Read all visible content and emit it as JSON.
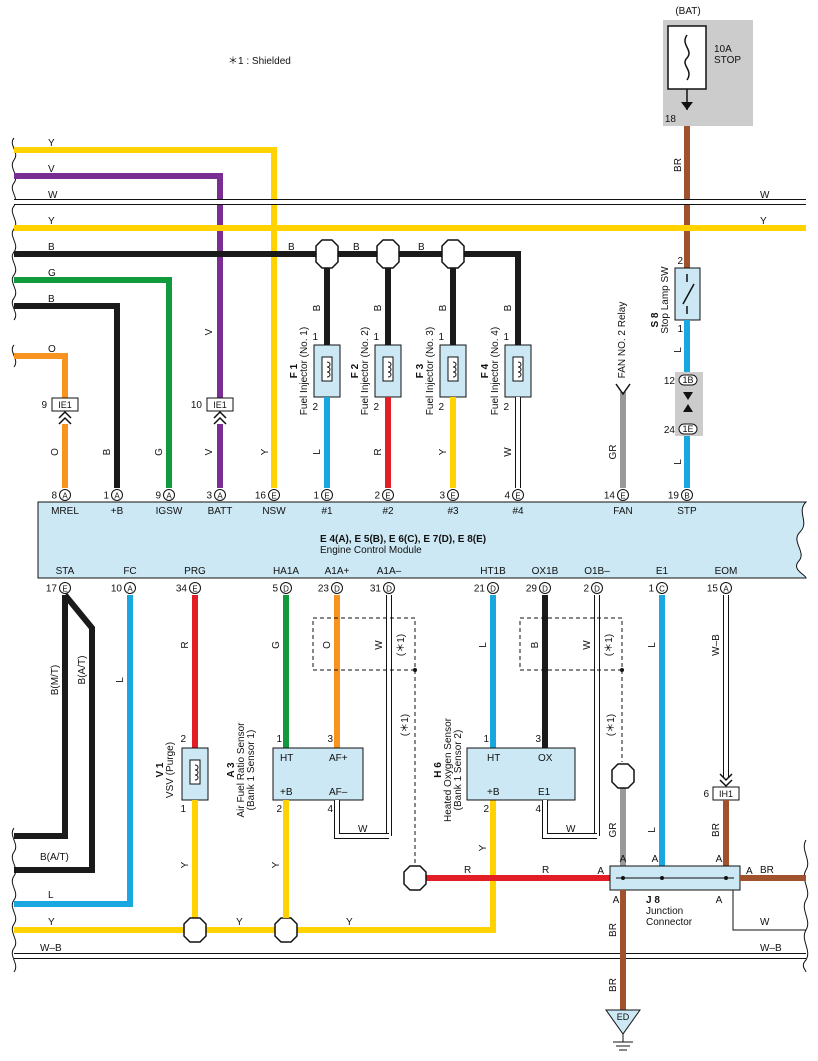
{
  "note": "＊1 : Shielded",
  "colors": {
    "Y": "#ffd200",
    "V": "#7b2e91",
    "W": "#ffffff",
    "B": "#1a1a1a",
    "G": "#109a3c",
    "O": "#f7931e",
    "L": "#1aa7e0",
    "R": "#e21f26",
    "GR": "#999999",
    "BR": "#a0522d",
    "WB": "#ffffff",
    "box": "#cce8f4",
    "gray": "#cccccc"
  },
  "stop_fuse": {
    "source": "(BAT)",
    "rating": "10A",
    "name": "STOP",
    "pin": "18",
    "conn": "1B"
  },
  "ecm": {
    "title": "E 4(A), E 5(B), E 6(C), E 7(D), E 8(E)",
    "name": "Engine Control Module",
    "top_pins": [
      {
        "num": "8",
        "conn": "A",
        "label": "MREL"
      },
      {
        "num": "1",
        "conn": "A",
        "label": "+B"
      },
      {
        "num": "9",
        "conn": "A",
        "label": "IGSW"
      },
      {
        "num": "3",
        "conn": "A",
        "label": "BATT"
      },
      {
        "num": "16",
        "conn": "E",
        "label": "NSW"
      },
      {
        "num": "1",
        "conn": "E",
        "label": "#1"
      },
      {
        "num": "2",
        "conn": "E",
        "label": "#2"
      },
      {
        "num": "3",
        "conn": "E",
        "label": "#3"
      },
      {
        "num": "4",
        "conn": "E",
        "label": "#4"
      },
      {
        "num": "14",
        "conn": "E",
        "label": "FAN"
      },
      {
        "num": "19",
        "conn": "B",
        "label": "STP"
      }
    ],
    "bottom_pins": [
      {
        "num": "17",
        "conn": "E",
        "label": "STA"
      },
      {
        "num": "10",
        "conn": "A",
        "label": "FC"
      },
      {
        "num": "34",
        "conn": "E",
        "label": "PRG"
      },
      {
        "num": "5",
        "conn": "D",
        "label": "HA1A"
      },
      {
        "num": "23",
        "conn": "D",
        "label": "A1A+"
      },
      {
        "num": "31",
        "conn": "D",
        "label": "A1A–"
      },
      {
        "num": "21",
        "conn": "D",
        "label": "HT1B"
      },
      {
        "num": "29",
        "conn": "D",
        "label": "OX1B"
      },
      {
        "num": "2",
        "conn": "D",
        "label": "O1B–"
      },
      {
        "num": "1",
        "conn": "C",
        "label": "E1"
      },
      {
        "num": "15",
        "conn": "A",
        "label": "EOM"
      }
    ]
  },
  "wire_labels": {
    "Y": "Y",
    "V": "V",
    "W": "W",
    "B": "B",
    "G": "G",
    "O": "O",
    "L": "L",
    "R": "R",
    "GR": "GR",
    "BR": "BR",
    "WB": "W–B",
    "BMT": "B(M/T)",
    "BAT": "B(A/T)"
  },
  "conns": {
    "ie1": "IE1",
    "ie1_pin_o": "9",
    "ie1_pin_v": "10",
    "ih1": "IH1",
    "ih1_pin": "6",
    "c1b_upper": "12",
    "c1b_lower": "24",
    "c1b": "1B",
    "c1e": "1E",
    "ed": "ED"
  },
  "injectors": [
    {
      "code": "F 1",
      "name": "Fuel Injector (No. 1)"
    },
    {
      "code": "F 2",
      "name": "Fuel Injector (No. 2)"
    },
    {
      "code": "F 3",
      "name": "Fuel Injector (No. 3)"
    },
    {
      "code": "F 4",
      "name": "Fuel Injector (No. 4)"
    }
  ],
  "fan_relay": "FAN NO. 2 Relay",
  "stop_sw": {
    "code": "S 8",
    "name": "Stop Lamp SW"
  },
  "vsv": {
    "code": "V 1",
    "name": "VSV (Purge)"
  },
  "af_sensor": {
    "code": "A 3",
    "name": "Air Fuel Ratio Sensor",
    "sub": "(Bank 1 Sensor 1)",
    "pins": [
      "HT",
      "AF+",
      "+B",
      "AF–"
    ]
  },
  "o2_sensor": {
    "code": "H 6",
    "name": "Heated Oxygen Sensor",
    "sub": "(Bank 1 Sensor 2)",
    "pins": [
      "HT",
      "OX",
      "+B",
      "E1"
    ]
  },
  "jconn": {
    "code": "J 8",
    "name1": "Junction",
    "name2": "Connector"
  },
  "shield": "(＊1)",
  "pin_nums": {
    "p1": "1",
    "p2": "2",
    "p3": "3",
    "p4": "4",
    "a": "A"
  }
}
